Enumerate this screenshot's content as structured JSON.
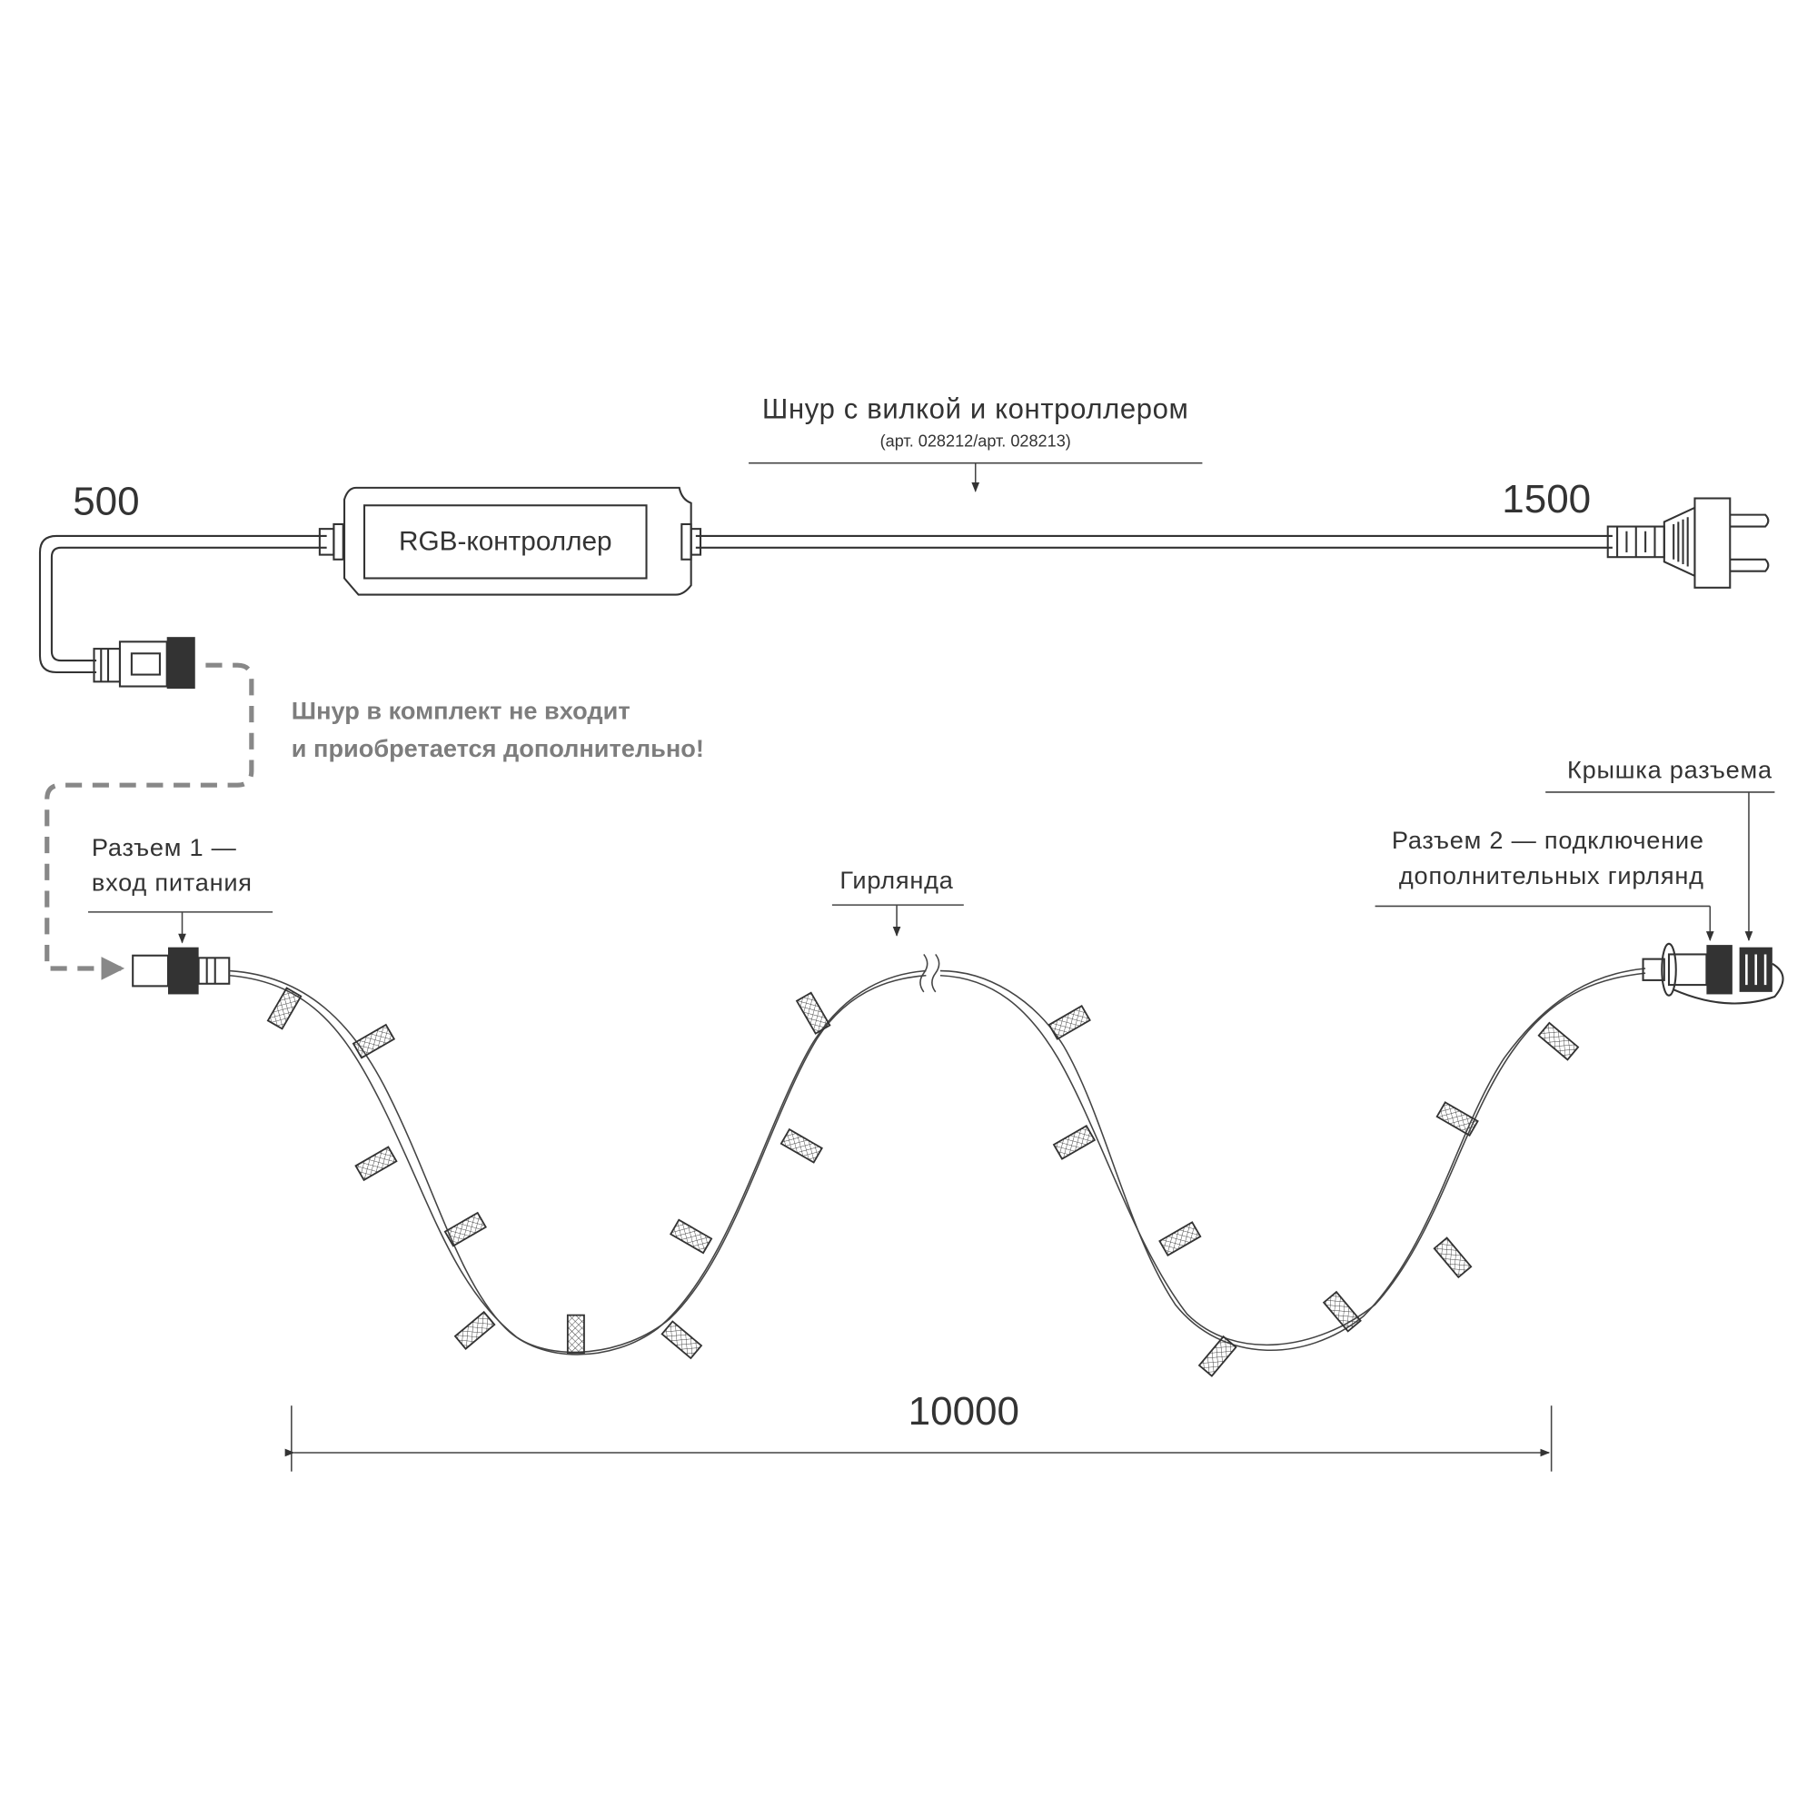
{
  "cord": {
    "title": "Шнур с вилкой и контроллером",
    "subtitle": "(арт. 028212/арт. 028213)",
    "controller_label": "RGB-контроллер",
    "length_left": "500",
    "length_right": "1500"
  },
  "warning": {
    "line1": "Шнур в комплект не входит",
    "line2": "и приобретается дополнительно!",
    "color": "#7d7d7d"
  },
  "connector1": {
    "line1": "Разъем 1 —",
    "line2": "вход питания"
  },
  "garland": {
    "label": "Гирлянда",
    "length": "10000"
  },
  "cap": {
    "label": "Крышка разъема"
  },
  "connector2": {
    "line1": "Разъем 2 — подключение",
    "line2": "дополнительных гирлянд"
  },
  "colors": {
    "line": "#333333",
    "dashed": "#888888"
  }
}
